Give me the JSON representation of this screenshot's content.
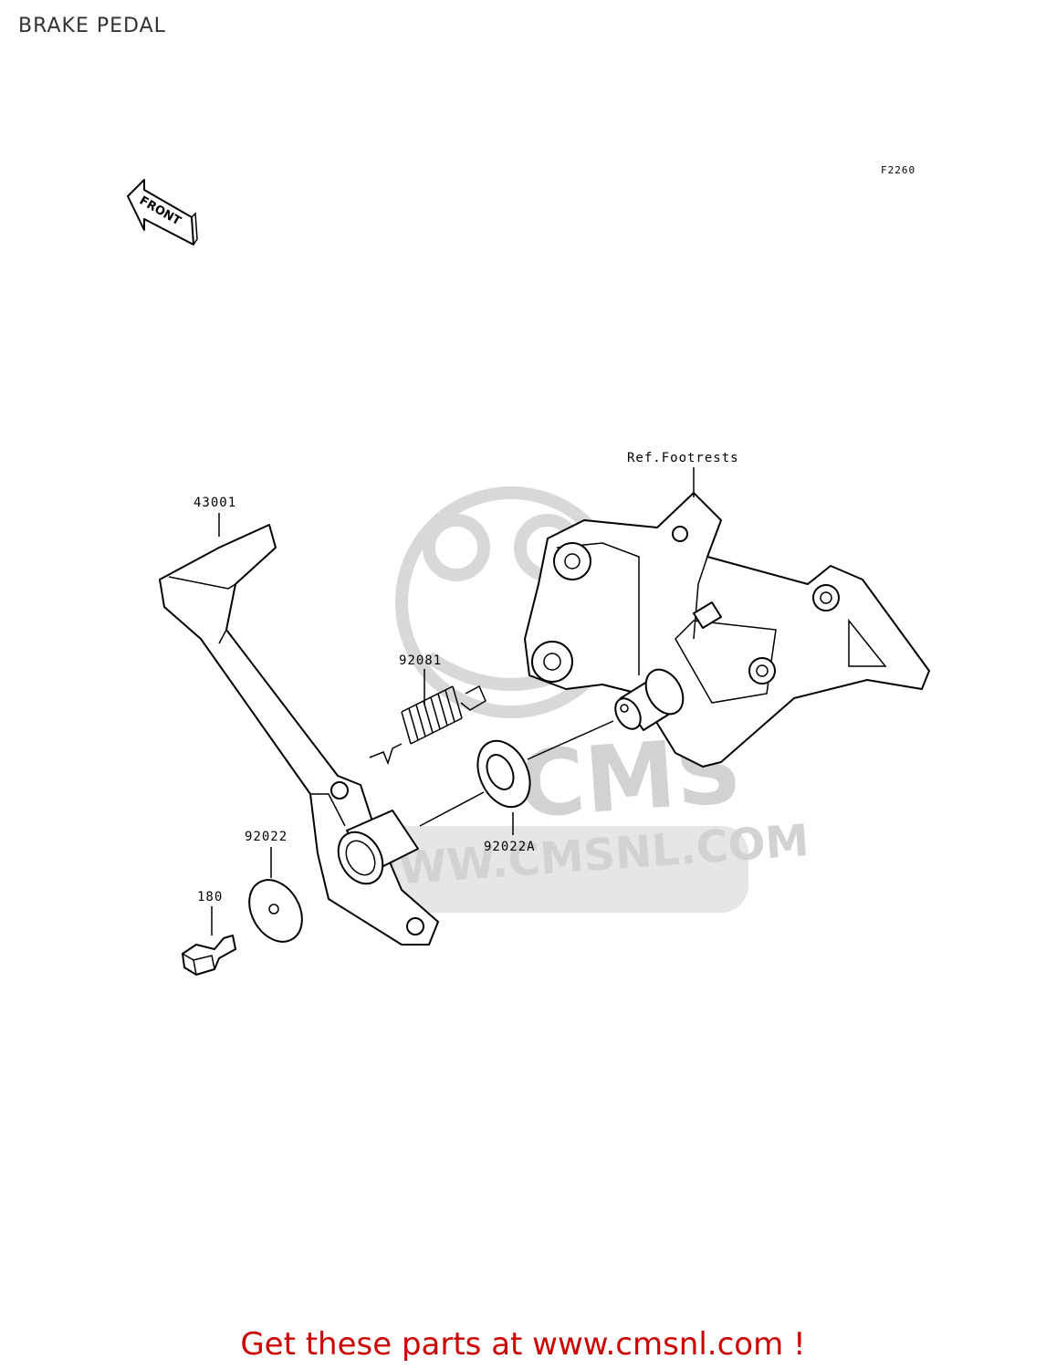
{
  "page": {
    "title": "BRAKE PEDAL",
    "figure_code": "F2260",
    "front_label": "FRONT"
  },
  "callouts": {
    "pedal": "43001",
    "spring": "92081",
    "washer": "92022",
    "washer_a": "92022A",
    "bolt": "180",
    "footrest_ref": "Ref.Footrests"
  },
  "watermark": {
    "brand": "CMS",
    "url": "WWW.CMSNL.COM"
  },
  "footer": {
    "cta": "Get these parts at www.cmsnl.com !"
  },
  "colors": {
    "cta": "#cc0000",
    "watermark": "#d2d2d2",
    "line": "#000000"
  }
}
